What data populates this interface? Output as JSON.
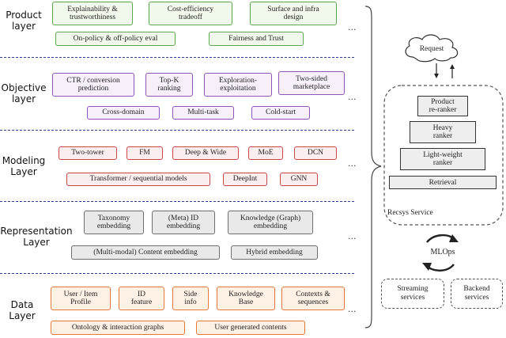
{
  "layers": [
    {
      "label": "Product\nlayer",
      "color": "#5aa64a",
      "items": [
        "Explainability &\ntrustworthiness",
        "Cost-efficiency\ntradeoff",
        "Surface and infra\ndesign",
        "On-policy & off-policy eval",
        "Fairness and Trust"
      ]
    },
    {
      "label": "Objective\nlayer",
      "color": "#8d56b8",
      "items": [
        "CTR / conversion\nprediction",
        "Top-K\nranking",
        "Exploration-\nexploitation",
        "Two-sided\nmarketplace",
        "Cross-domain",
        "Multi-task",
        "Cold-start"
      ]
    },
    {
      "label": "Modeling\nLayer",
      "color": "#c8474a",
      "items": [
        "Two-tower",
        "FM",
        "Deep & Wide",
        "MoE",
        "DCN",
        "Transformer / sequential models",
        "DeepInt",
        "GNN"
      ]
    },
    {
      "label": "Representation\nLayer",
      "color": "#6e6e6e",
      "items": [
        "Taxonomy\nembedding",
        "(Meta) ID\nembedding",
        "Knowledge (Graph)\nembedding",
        "(Multi-modal) Content embedding",
        "Hybrid embedding"
      ]
    },
    {
      "label": "Data\nLayer",
      "color": "#e4793a",
      "items": [
        "User / Item\nProfile",
        "ID\nfeature",
        "Side\ninfo",
        "Knowledge\nBase",
        "Contexts &\nsequences",
        "Ontology & interaction graphs",
        "User generated contents"
      ]
    }
  ],
  "ellipsis": "...",
  "recsys": {
    "request": "Request",
    "stages": [
      "Product\nre-ranker",
      "Heavy\nranker",
      "Light-weight\nranker",
      "Retrieval"
    ],
    "service_label": "Recsys Service",
    "mlops": "MLOps",
    "streaming": "Streaming\nservices",
    "backend": "Backend\nservices"
  }
}
